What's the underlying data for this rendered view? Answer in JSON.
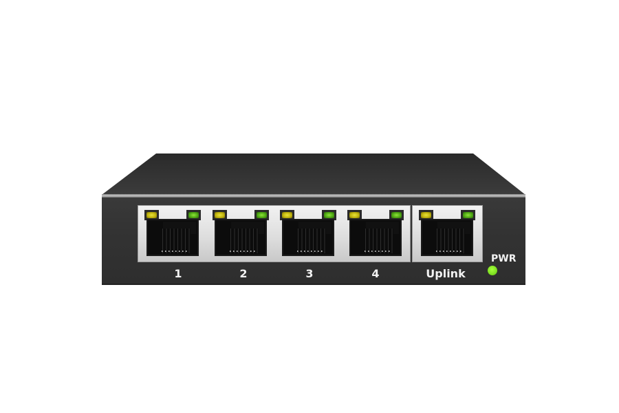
{
  "product": {
    "type": "network-switch",
    "body_color": "#333333",
    "frame_color": "#dcdcdc",
    "background": "#ffffff"
  },
  "ports": [
    {
      "label": "1",
      "led_left": "yellow",
      "led_right": "green"
    },
    {
      "label": "2",
      "led_left": "yellow",
      "led_right": "green"
    },
    {
      "label": "3",
      "led_left": "yellow",
      "led_right": "green"
    },
    {
      "label": "4",
      "led_left": "yellow",
      "led_right": "green"
    },
    {
      "label": "Uplink",
      "led_left": "yellow",
      "led_right": "green"
    }
  ],
  "power": {
    "label": "PWR",
    "led_color": "#7ee022"
  },
  "colors": {
    "led_yellow": "#c2b50e",
    "led_green": "#4faa14",
    "label_text": "#f2f2f2"
  }
}
